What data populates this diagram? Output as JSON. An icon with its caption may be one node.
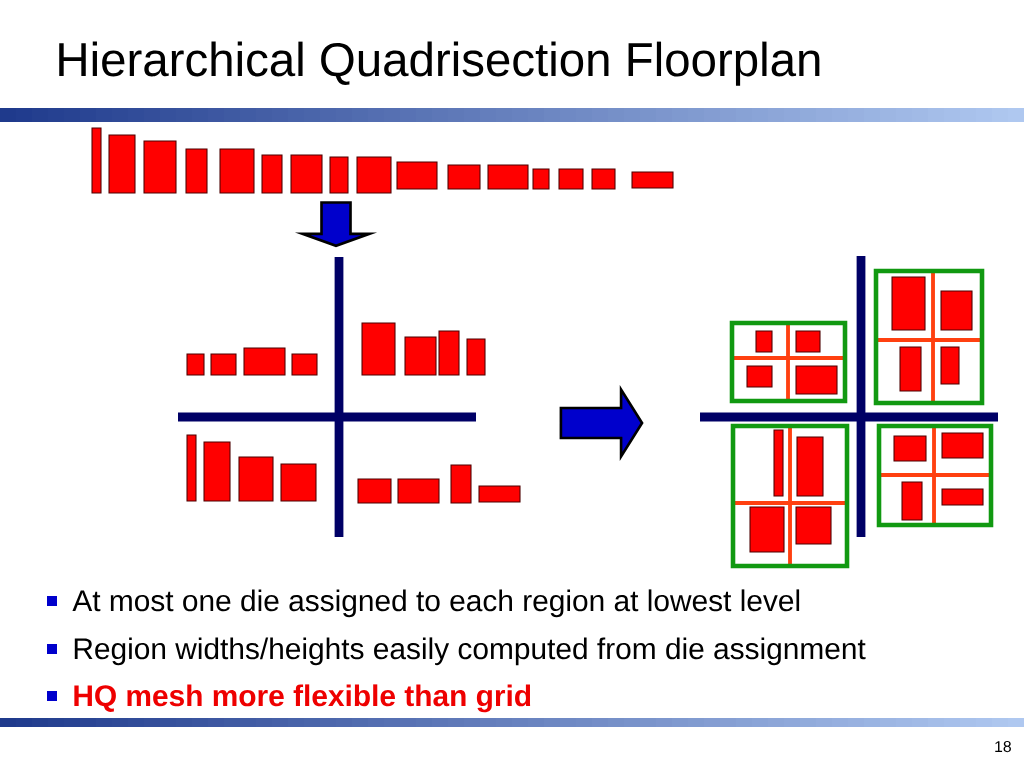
{
  "diagram": {
    "title": "Hierarchical Quadrisection Floorplan",
    "nodes": [
      {
        "text": [],
        "shape": "picture"
      },
      {
        "text": [],
        "shape": "picture"
      },
      {
        "text": [],
        "shape": "picture"
      }
    ],
    "edges": [
      {
        "from": 0,
        "to": 1,
        "arrow": "to"
      },
      {
        "from": 1,
        "to": 2,
        "arrow": "to"
      }
    ],
    "labels": [
      "At most one die assigned to each region at lowest level",
      "Region widths/heights easily computed from die assignment",
      "HQ mesh more flexible than grid",
      "18"
    ]
  }
}
